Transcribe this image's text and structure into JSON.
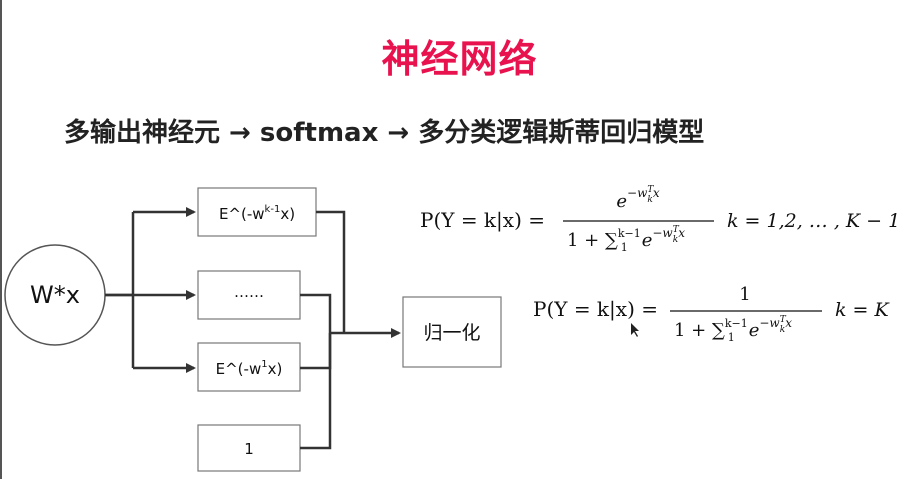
{
  "title": "神经网络",
  "subtitle": "多输出神经元 → softmax → 多分类逻辑斯蒂回归模型",
  "diagram": {
    "input_node": "W*x",
    "boxes": [
      {
        "base": "E^(-w",
        "sup": "k-1",
        "tail": "x)"
      },
      {
        "text": "……"
      },
      {
        "base": "E^(-w",
        "sup": "1",
        "tail": "x)"
      },
      {
        "text": "1"
      }
    ],
    "normalize_box": "归一化"
  },
  "formulas": {
    "f1": {
      "lhs": "P(Y = k|x) =",
      "num_base": "e",
      "num_exp_pre": "−w",
      "num_exp_sup": "T",
      "num_exp_sub": "k",
      "num_exp_post": "x",
      "den_prefix": "1 + ∑",
      "den_sum_sup": "k−1",
      "den_sum_sub": "1",
      "den_e": "e",
      "den_exp_pre": "−w",
      "den_exp_sup": "T",
      "den_exp_sub": "k",
      "den_exp_post": "x",
      "condition": "k = 1,2, … , K − 1"
    },
    "f2": {
      "lhs": "P(Y = k|x) =",
      "numerator": "1",
      "den_prefix": "1 + ∑",
      "den_sum_sup": "k−1",
      "den_sum_sub": "1",
      "den_e": "e",
      "den_exp_pre": "−w",
      "den_exp_sup": "T",
      "den_exp_sub": "k",
      "den_exp_post": "x",
      "condition": "k = K"
    }
  },
  "colors": {
    "title": "#e8134e",
    "stroke": "#333333"
  }
}
